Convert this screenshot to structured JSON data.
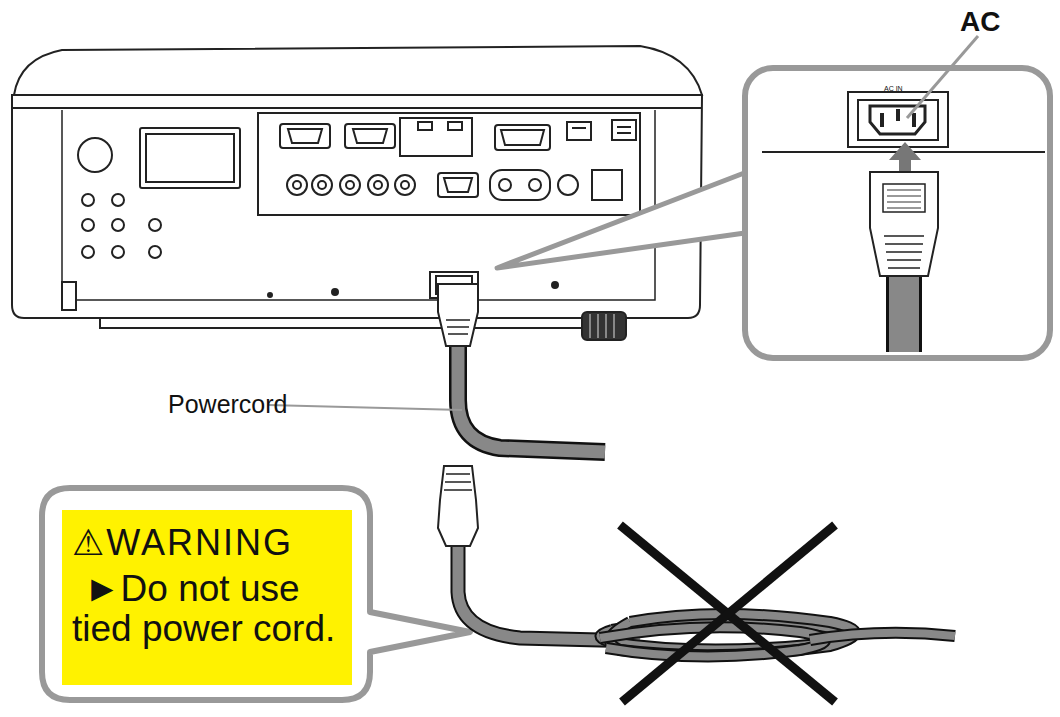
{
  "diagram": {
    "nodes": [
      {
        "text": [
          "⚠WARNING",
          "►Do not use tied power cord."
        ]
      }
    ],
    "labels": [
      "AC",
      "AC IN",
      "Powercord"
    ]
  }
}
